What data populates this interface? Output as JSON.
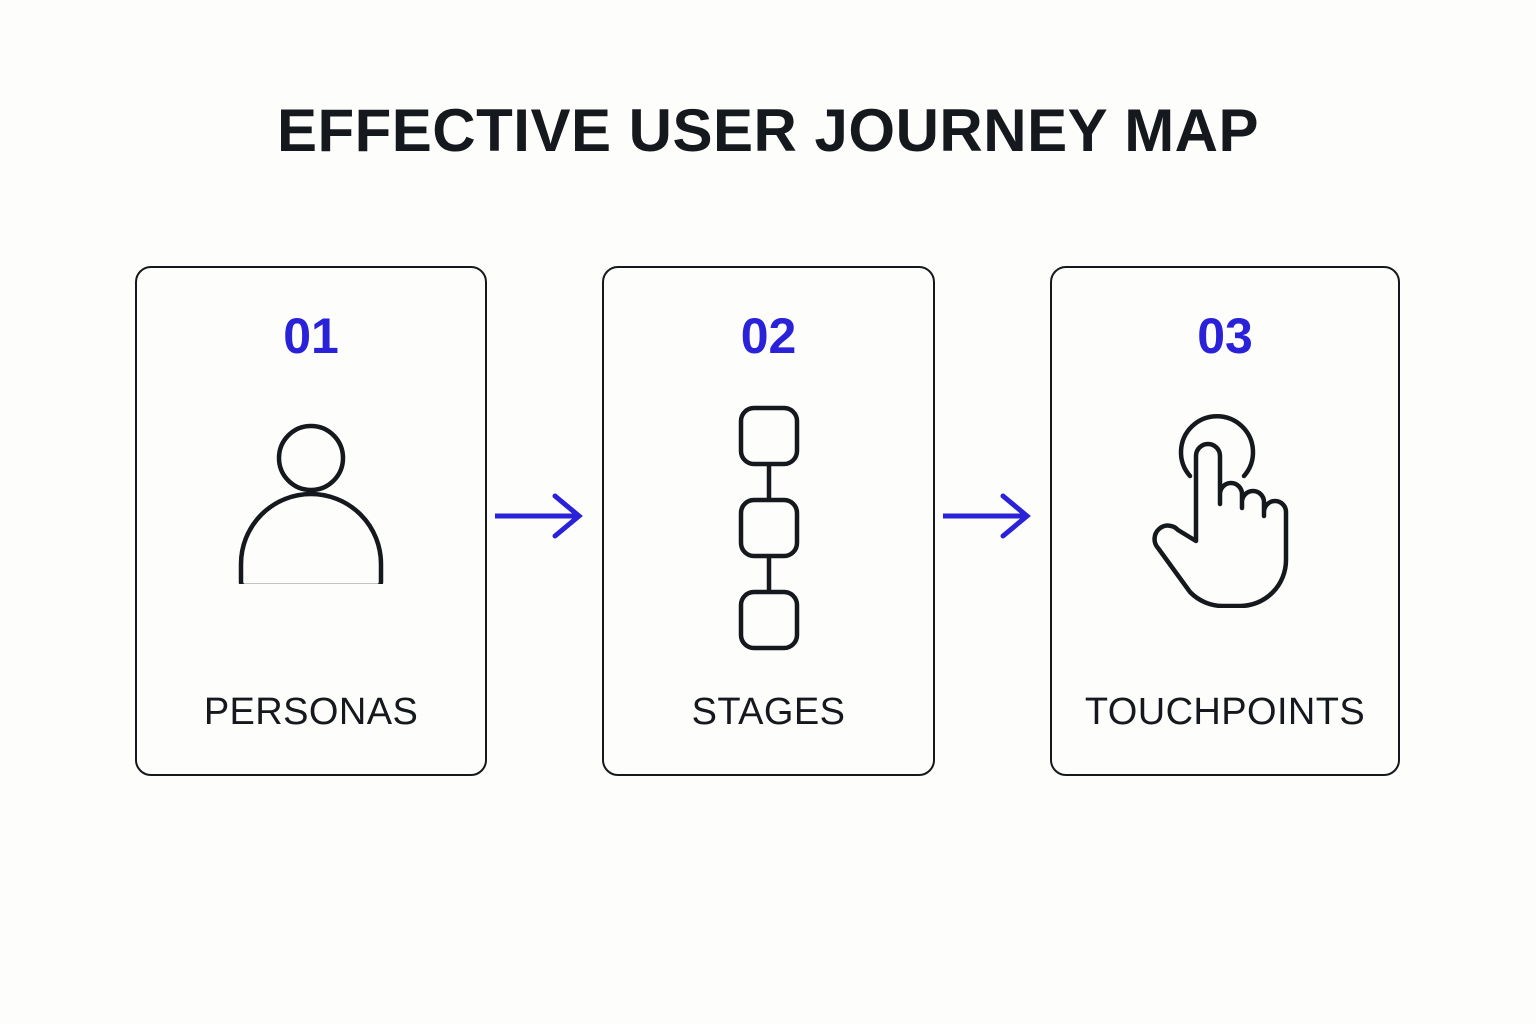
{
  "page": {
    "title": "EFFECTIVE USER JOURNEY MAP",
    "background_color": "#fdfdfb",
    "accent_color": "#2a22d8",
    "ink_color": "#15181c"
  },
  "steps": [
    {
      "number": "01",
      "label": "PERSONAS",
      "icon": "person-icon"
    },
    {
      "number": "02",
      "label": "STAGES",
      "icon": "stages-flow-icon"
    },
    {
      "number": "03",
      "label": "TOUCHPOINTS",
      "icon": "tap-hand-icon"
    }
  ],
  "connectors": [
    {
      "name": "arrow-right-icon",
      "from": "01",
      "to": "02"
    },
    {
      "name": "arrow-right-icon",
      "from": "02",
      "to": "03"
    }
  ]
}
